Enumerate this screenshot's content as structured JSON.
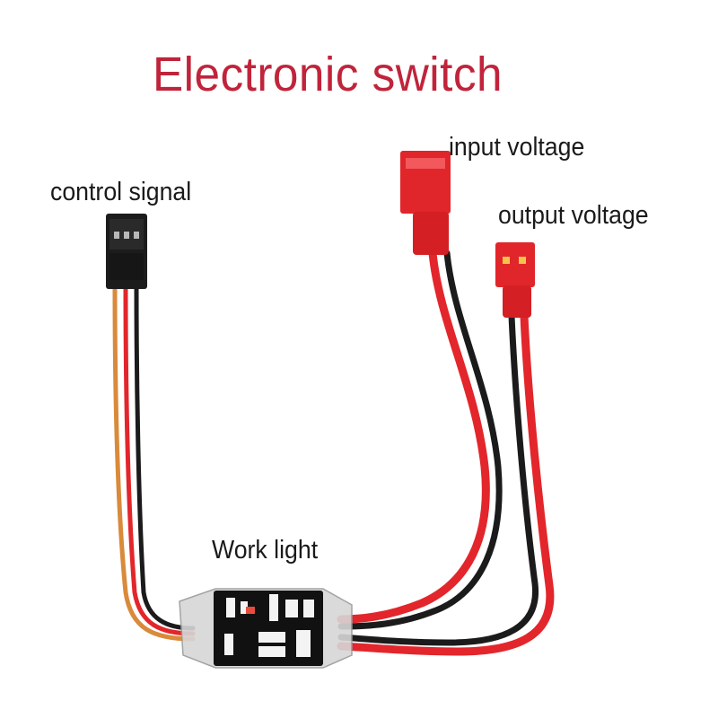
{
  "title": "Electronic switch",
  "labels": {
    "control_signal": "control signal",
    "input_voltage": "input voltage",
    "output_voltage": "output voltage",
    "work_light": "Work light"
  },
  "colors": {
    "title": "#c0243b",
    "wire_red": "#e2262b",
    "wire_black": "#1b1b1b",
    "connector_red": "#e0262a",
    "connector_black": "#1c1c1c",
    "pcb": "#111111"
  }
}
